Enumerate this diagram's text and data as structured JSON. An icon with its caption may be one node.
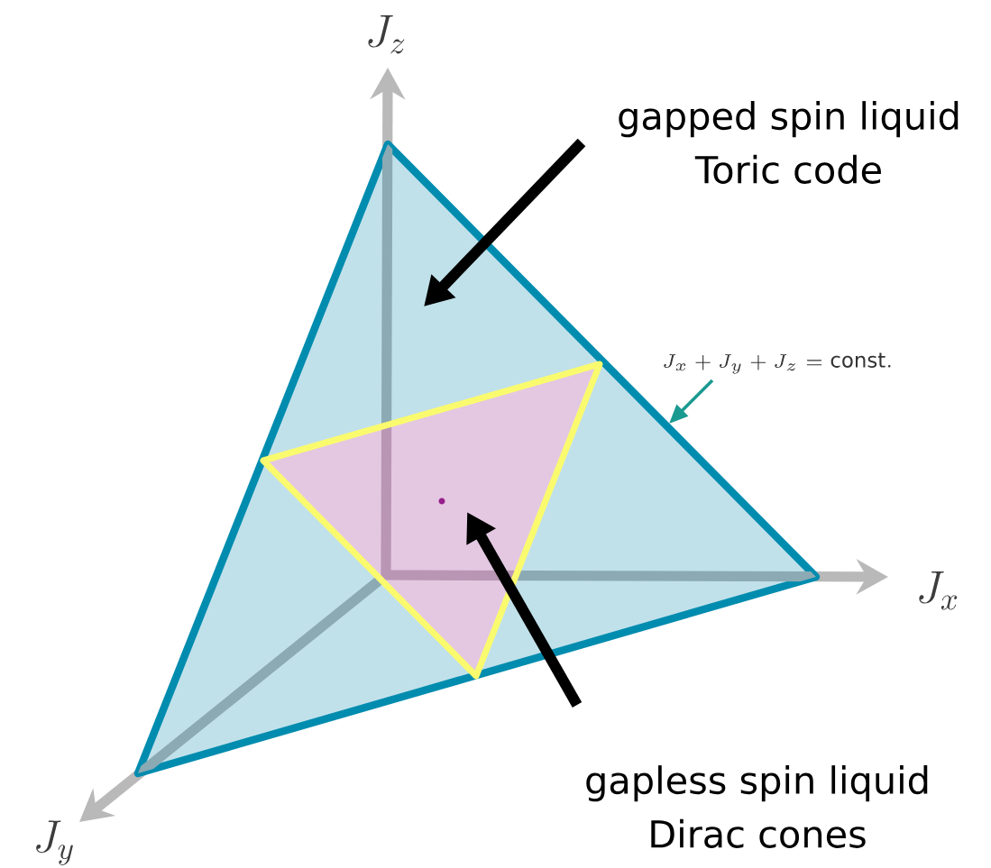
{
  "diagram": {
    "nodes": [
      {
        "text": [],
        "shape": "triangle"
      },
      {
        "text": [],
        "shape": "triangle",
        "in": 0
      },
      {
        "text": [
          "gapped spin liquid",
          "Toric code"
        ]
      },
      {
        "text": [
          "gapless spin liquid",
          "Dirac cones"
        ]
      },
      {
        "text": [
          "J_x + J_y + J_z = \\mathrm{const.}"
        ]
      }
    ],
    "edges": [
      {
        "from": 2,
        "to": 0,
        "arrow": "to"
      },
      {
        "from": 3,
        "to": 1,
        "arrow": "to"
      },
      {
        "from": 4,
        "to": 0,
        "arrow": "to",
        "color": "#1a9a90"
      }
    ],
    "labels": [
      "J_z",
      "J_x",
      "J_y"
    ]
  }
}
